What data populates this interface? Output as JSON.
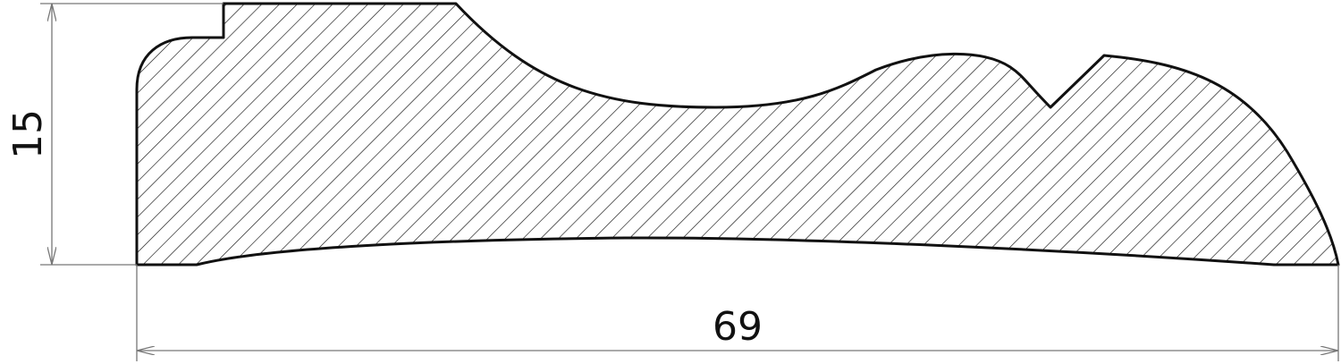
{
  "drawing": {
    "dimensions": {
      "height_value": "15",
      "width_value": "69"
    },
    "colors": {
      "outline": "#111111",
      "hatch": "#111111",
      "dimension_line": "#777777",
      "background": "#ffffff"
    },
    "hatch_pattern": "diagonal-lines"
  }
}
